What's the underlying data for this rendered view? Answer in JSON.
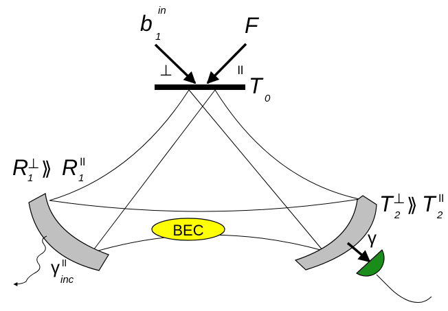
{
  "labels": {
    "b_main": "b",
    "b_sup": "in",
    "b_sub": "1",
    "f": "F",
    "perp_mark": "⊥",
    "par_mark": "॥",
    "t_main": "T",
    "t_sub": "0",
    "r_left": "R",
    "r_left_sub": "1",
    "r_left_sup": "⊥",
    "much_greater": "⟫",
    "r_right": "R",
    "r_right_sub": "1",
    "r_right_sup": "॥",
    "t2_left": "T",
    "t2_left_sub": "2",
    "t2_left_sup": "⊥",
    "t2_right": "T",
    "t2_right_sub": "2",
    "t2_right_sup": "॥",
    "bec": "BEC",
    "gamma": "γ",
    "gamma_inc_main": "γ",
    "gamma_inc_sup": "॥",
    "gamma_inc_sub": "inc"
  },
  "colors": {
    "mirror": "#c0c0c0",
    "bec": "#ffff00",
    "detector": "#1a8c1a",
    "lines": "#000000"
  }
}
